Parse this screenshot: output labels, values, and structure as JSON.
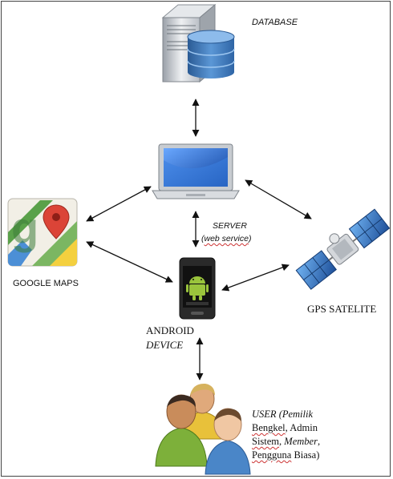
{
  "nodes": {
    "database": {
      "label": "DATABASE"
    },
    "server": {
      "label": "SERVER",
      "sublabel_open": "(",
      "sublabel_link": "web service",
      "sublabel_close": ")"
    },
    "google_maps": {
      "label": "GOOGLE MAPS"
    },
    "gps": {
      "label": "GPS SATELITE"
    },
    "android": {
      "label_line1": "ANDROID",
      "label_line2": "DEVICE"
    },
    "user": {
      "line1_a": "USER",
      "line1_b": " (Pemilik",
      "line2_a": "Bengkel",
      "line2_b": ", Admin",
      "line3_a": "Sistem",
      "line3_b": ", ",
      "line3_c": "Member",
      "line3_d": ",",
      "line4_a": "Pengguna",
      "line4_b": " Biasa)"
    }
  },
  "colors": {
    "arrow": "#111111",
    "server_tower": "#cfd3d8",
    "db_cylinder": "#3f78b8",
    "laptop_screen": "#1f63c9",
    "maps_green": "#5aa14a",
    "maps_pin": "#db4437",
    "satellite_panel": "#2d6fbf",
    "phone_body": "#2a2a2a",
    "android_green": "#9ac43c"
  },
  "icons": [
    "database-server-icon",
    "laptop-icon",
    "google-maps-icon",
    "satellite-icon",
    "android-phone-icon",
    "users-icon"
  ]
}
